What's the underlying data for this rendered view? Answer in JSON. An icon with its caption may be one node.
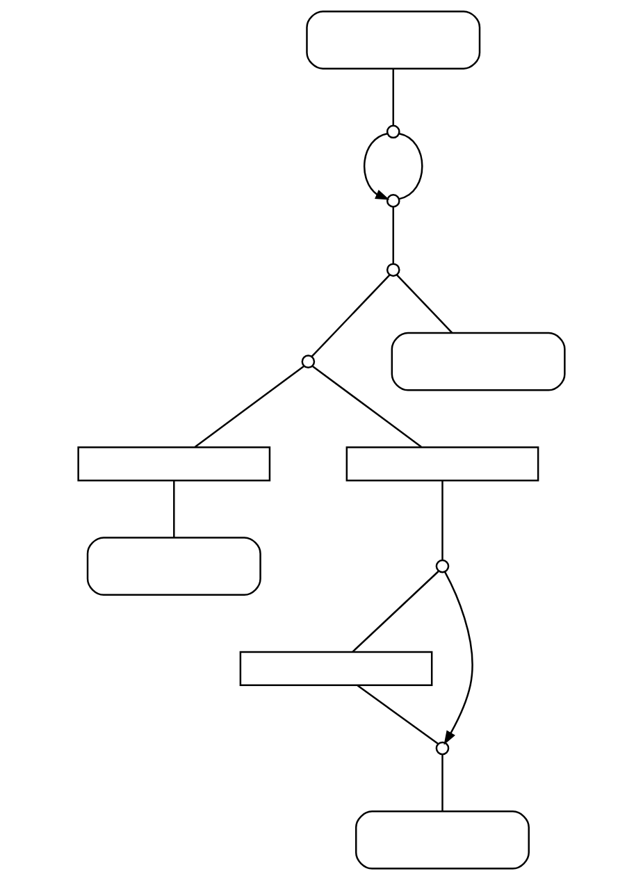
{
  "diagram": {
    "nodes": [
      {
        "text": [],
        "shape": "stadium"
      },
      {
        "text": [],
        "shape": "circle"
      },
      {
        "text": [],
        "shape": "circle"
      },
      {
        "text": [],
        "shape": "circle"
      },
      {
        "text": [],
        "shape": "circle"
      },
      {
        "text": [],
        "shape": "stadium"
      },
      {
        "text": [],
        "shape": "box"
      },
      {
        "text": [],
        "shape": "box"
      },
      {
        "text": [],
        "shape": "circle"
      },
      {
        "text": [],
        "shape": "stadium"
      },
      {
        "text": [],
        "shape": "box"
      },
      {
        "text": [],
        "shape": "circle"
      },
      {
        "text": [],
        "shape": "stadium"
      }
    ],
    "edges": [
      {
        "from": 0,
        "to": 1,
        "arrow": "none"
      },
      {
        "from": 1,
        "to": 2,
        "arrow": "to"
      },
      {
        "from": 1,
        "to": 2,
        "arrow": "none"
      },
      {
        "from": 2,
        "to": 3,
        "arrow": "none"
      },
      {
        "from": 3,
        "to": 4,
        "arrow": "none"
      },
      {
        "from": 3,
        "to": 5,
        "arrow": "none"
      },
      {
        "from": 4,
        "to": 6,
        "arrow": "none"
      },
      {
        "from": 4,
        "to": 7,
        "arrow": "none"
      },
      {
        "from": 6,
        "to": 9,
        "arrow": "none"
      },
      {
        "from": 7,
        "to": 8,
        "arrow": "none"
      },
      {
        "from": 8,
        "to": 10,
        "arrow": "none"
      },
      {
        "from": 8,
        "to": 11,
        "arrow": "to"
      },
      {
        "from": 10,
        "to": 11,
        "arrow": "none"
      },
      {
        "from": 11,
        "to": 12,
        "arrow": "none"
      }
    ]
  }
}
